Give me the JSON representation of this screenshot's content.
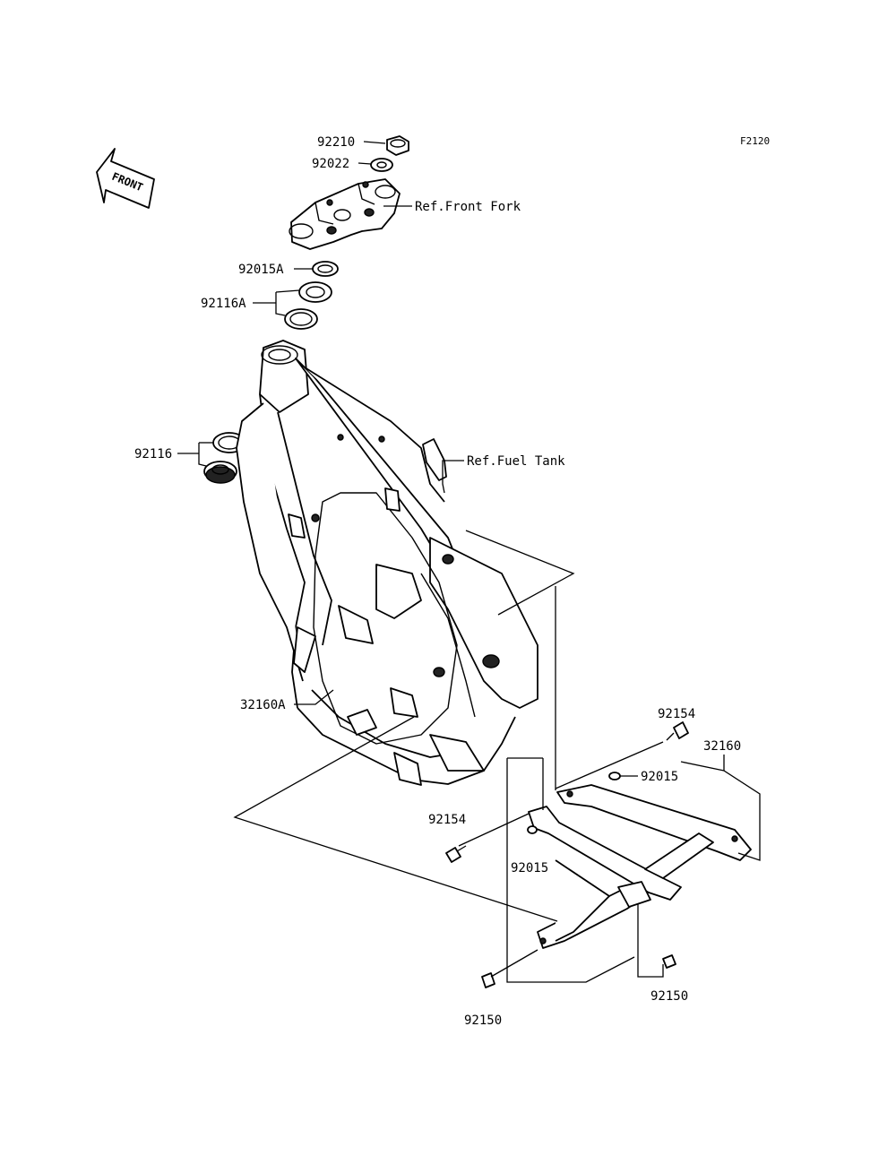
{
  "diagram_code": "F2120",
  "front_indicator": "FRONT",
  "parts": [
    {
      "id": "92210",
      "label": "92210"
    },
    {
      "id": "92022",
      "label": "92022"
    },
    {
      "id": "ref-front-fork",
      "label": "Ref.Front Fork"
    },
    {
      "id": "92015A",
      "label": "92015A"
    },
    {
      "id": "92116A",
      "label": "92116A"
    },
    {
      "id": "92116",
      "label": "92116"
    },
    {
      "id": "ref-fuel-tank",
      "label": "Ref.Fuel Tank"
    },
    {
      "id": "32160A",
      "label": "32160A"
    },
    {
      "id": "92154-top",
      "label": "92154"
    },
    {
      "id": "32160",
      "label": "32160"
    },
    {
      "id": "92015-right",
      "label": "92015"
    },
    {
      "id": "92154-left",
      "label": "92154"
    },
    {
      "id": "92015-bottom",
      "label": "92015"
    },
    {
      "id": "92150-right",
      "label": "92150"
    },
    {
      "id": "92150-bottom",
      "label": "92150"
    }
  ]
}
